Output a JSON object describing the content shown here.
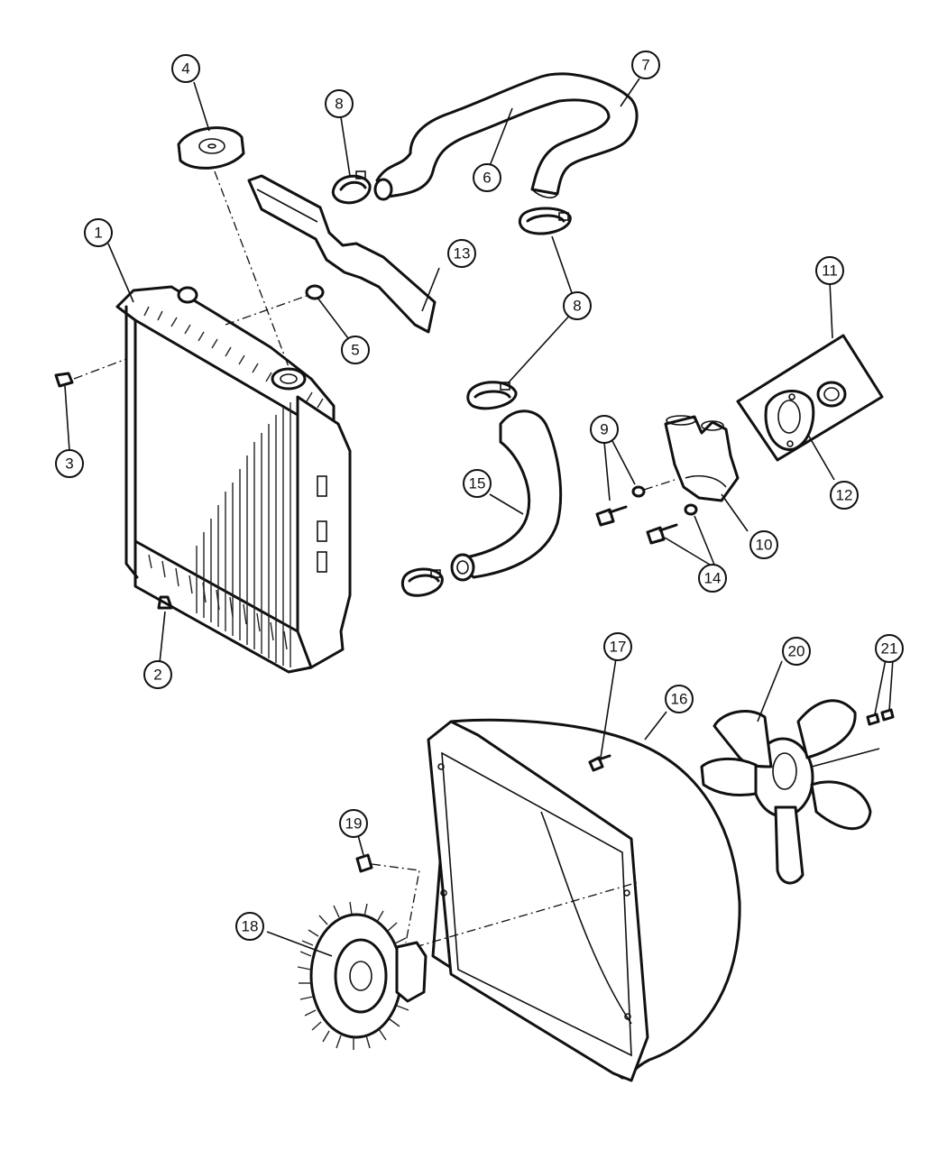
{
  "callouts": [
    {
      "id": "c1",
      "label": "1"
    },
    {
      "id": "c2",
      "label": "2"
    },
    {
      "id": "c3",
      "label": "3"
    },
    {
      "id": "c4",
      "label": "4"
    },
    {
      "id": "c5",
      "label": "5"
    },
    {
      "id": "c6",
      "label": "6"
    },
    {
      "id": "c7",
      "label": "7"
    },
    {
      "id": "c8a",
      "label": "8"
    },
    {
      "id": "c8b",
      "label": "8"
    },
    {
      "id": "c9",
      "label": "9"
    },
    {
      "id": "c10",
      "label": "10"
    },
    {
      "id": "c11",
      "label": "11"
    },
    {
      "id": "c12",
      "label": "12"
    },
    {
      "id": "c13",
      "label": "13"
    },
    {
      "id": "c14",
      "label": "14"
    },
    {
      "id": "c15",
      "label": "15"
    },
    {
      "id": "c16",
      "label": "16"
    },
    {
      "id": "c17",
      "label": "17"
    },
    {
      "id": "c18",
      "label": "18"
    },
    {
      "id": "c19",
      "label": "19"
    },
    {
      "id": "c20",
      "label": "20"
    },
    {
      "id": "c21",
      "label": "21"
    }
  ]
}
